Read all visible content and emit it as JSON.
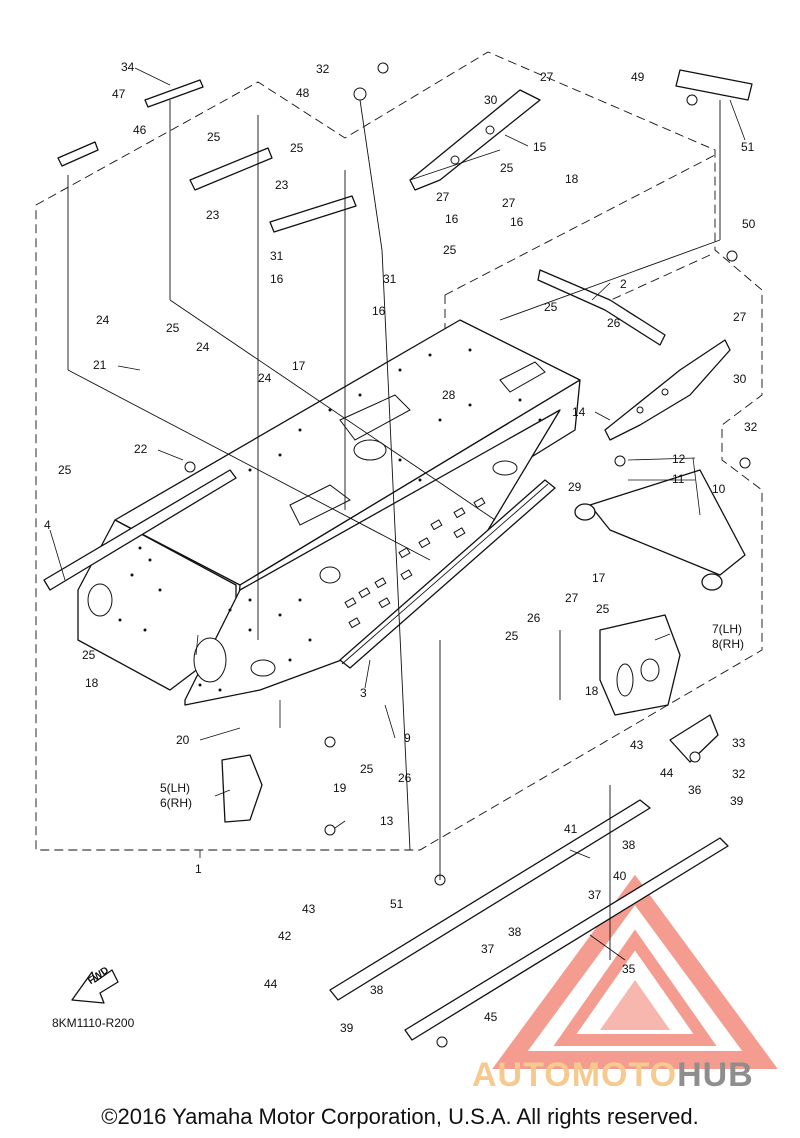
{
  "diagram": {
    "code": "8KM1110-R200",
    "fwd": "FWD",
    "copyright": "©2016 Yamaha Motor Corporation, U.S.A. All rights reserved."
  },
  "watermark": {
    "text_colored": "AUTOMOTO",
    "text_gray": "HUB",
    "colors": {
      "triangle": "#f07b6b",
      "text_colored": "#f6c98e",
      "text_gray": "#8e8e8e"
    }
  },
  "callouts": [
    {
      "id": "c1",
      "text": "1"
    },
    {
      "id": "c2",
      "text": "2"
    },
    {
      "id": "c3",
      "text": "3"
    },
    {
      "id": "c4",
      "text": "4"
    },
    {
      "id": "c5",
      "text": "5(LH)"
    },
    {
      "id": "c6",
      "text": "6(RH)"
    },
    {
      "id": "c7",
      "text": "7(LH)"
    },
    {
      "id": "c8",
      "text": "8(RH)"
    },
    {
      "id": "c9",
      "text": "9"
    },
    {
      "id": "c10",
      "text": "10"
    },
    {
      "id": "c11",
      "text": "11"
    },
    {
      "id": "c12",
      "text": "12"
    },
    {
      "id": "c13",
      "text": "13"
    },
    {
      "id": "c14",
      "text": "14"
    },
    {
      "id": "c15",
      "text": "15"
    },
    {
      "id": "c16a",
      "text": "16"
    },
    {
      "id": "c16b",
      "text": "16"
    },
    {
      "id": "c16c",
      "text": "16"
    },
    {
      "id": "c16d",
      "text": "16"
    },
    {
      "id": "c17a",
      "text": "17"
    },
    {
      "id": "c17b",
      "text": "17"
    },
    {
      "id": "c18a",
      "text": "18"
    },
    {
      "id": "c18b",
      "text": "18"
    },
    {
      "id": "c18c",
      "text": "18"
    },
    {
      "id": "c19",
      "text": "19"
    },
    {
      "id": "c20",
      "text": "20"
    },
    {
      "id": "c21",
      "text": "21"
    },
    {
      "id": "c22",
      "text": "22"
    },
    {
      "id": "c23a",
      "text": "23"
    },
    {
      "id": "c23b",
      "text": "23"
    },
    {
      "id": "c24a",
      "text": "24"
    },
    {
      "id": "c24b",
      "text": "24"
    },
    {
      "id": "c24c",
      "text": "24"
    },
    {
      "id": "c25a",
      "text": "25"
    },
    {
      "id": "c25b",
      "text": "25"
    },
    {
      "id": "c25c",
      "text": "25"
    },
    {
      "id": "c25d",
      "text": "25"
    },
    {
      "id": "c25e",
      "text": "25"
    },
    {
      "id": "c25f",
      "text": "25"
    },
    {
      "id": "c25g",
      "text": "25"
    },
    {
      "id": "c25h",
      "text": "25"
    },
    {
      "id": "c25i",
      "text": "25"
    },
    {
      "id": "c25j",
      "text": "25"
    },
    {
      "id": "c25k",
      "text": "25"
    },
    {
      "id": "c26a",
      "text": "26"
    },
    {
      "id": "c26b",
      "text": "26"
    },
    {
      "id": "c26c",
      "text": "26"
    },
    {
      "id": "c27a",
      "text": "27"
    },
    {
      "id": "c27b",
      "text": "27"
    },
    {
      "id": "c27c",
      "text": "27"
    },
    {
      "id": "c27d",
      "text": "27"
    },
    {
      "id": "c27e",
      "text": "27"
    },
    {
      "id": "c28",
      "text": "28"
    },
    {
      "id": "c29",
      "text": "29"
    },
    {
      "id": "c30a",
      "text": "30"
    },
    {
      "id": "c30b",
      "text": "30"
    },
    {
      "id": "c31a",
      "text": "31"
    },
    {
      "id": "c31b",
      "text": "31"
    },
    {
      "id": "c32a",
      "text": "32"
    },
    {
      "id": "c32b",
      "text": "32"
    },
    {
      "id": "c32c",
      "text": "32"
    },
    {
      "id": "c33",
      "text": "33"
    },
    {
      "id": "c34",
      "text": "34"
    },
    {
      "id": "c35",
      "text": "35"
    },
    {
      "id": "c36",
      "text": "36"
    },
    {
      "id": "c37a",
      "text": "37"
    },
    {
      "id": "c37b",
      "text": "37"
    },
    {
      "id": "c38a",
      "text": "38"
    },
    {
      "id": "c38b",
      "text": "38"
    },
    {
      "id": "c38c",
      "text": "38"
    },
    {
      "id": "c39a",
      "text": "39"
    },
    {
      "id": "c39b",
      "text": "39"
    },
    {
      "id": "c40",
      "text": "40"
    },
    {
      "id": "c41",
      "text": "41"
    },
    {
      "id": "c42",
      "text": "42"
    },
    {
      "id": "c43a",
      "text": "43"
    },
    {
      "id": "c43b",
      "text": "43"
    },
    {
      "id": "c44a",
      "text": "44"
    },
    {
      "id": "c44b",
      "text": "44"
    },
    {
      "id": "c45",
      "text": "45"
    },
    {
      "id": "c46",
      "text": "46"
    },
    {
      "id": "c47",
      "text": "47"
    },
    {
      "id": "c48",
      "text": "48"
    },
    {
      "id": "c49",
      "text": "49"
    },
    {
      "id": "c50",
      "text": "50"
    },
    {
      "id": "c51a",
      "text": "51"
    },
    {
      "id": "c51b",
      "text": "51"
    }
  ]
}
